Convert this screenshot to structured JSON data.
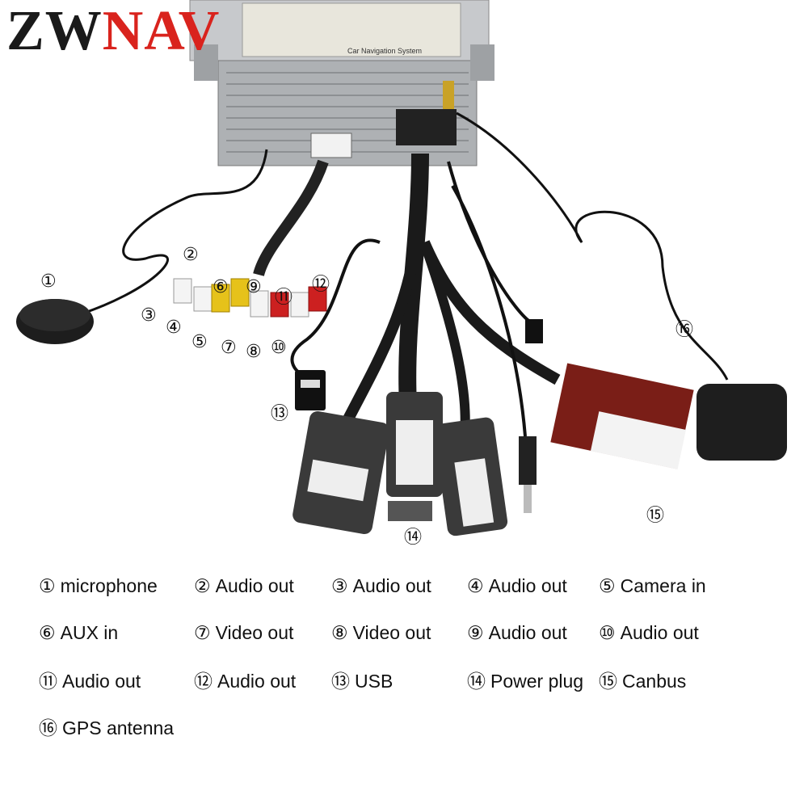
{
  "logo": {
    "part1": "ZW",
    "part2": "NAV"
  },
  "photo": {
    "label_rows": [
      [
        "Car Navigation System"
      ]
    ],
    "callouts": [
      "①",
      "②",
      "③",
      "④",
      "⑤",
      "⑥",
      "⑦",
      "⑧",
      "⑨",
      "⑩",
      "⑪",
      "⑫",
      "⑬",
      "⑭",
      "⑮",
      "⑯"
    ]
  },
  "legend": {
    "rows": [
      [
        {
          "num": "①",
          "label": "microphone"
        },
        {
          "num": "②",
          "label": "Audio out"
        },
        {
          "num": "③",
          "label": "Audio out"
        },
        {
          "num": "④",
          "label": "Audio out"
        },
        {
          "num": "⑤",
          "label": "Camera in"
        }
      ],
      [
        {
          "num": "⑥",
          "label": "AUX in"
        },
        {
          "num": "⑦",
          "label": "Video out"
        },
        {
          "num": "⑧",
          "label": "Video out"
        },
        {
          "num": "⑨",
          "label": "Audio out"
        },
        {
          "num": "⑩",
          "label": "Audio out"
        }
      ],
      [
        {
          "num": "⑪",
          "label": "Audio out"
        },
        {
          "num": "⑫",
          "label": "Audio out"
        },
        {
          "num": "⑬",
          "label": "USB"
        },
        {
          "num": "⑭",
          "label": "Power plug"
        },
        {
          "num": "⑮",
          "label": "Canbus"
        }
      ],
      [
        {
          "num": "⑯",
          "label": "GPS antenna"
        }
      ]
    ]
  },
  "colors": {
    "brand_dark": "#1a1a1a",
    "brand_red": "#d9231d",
    "unit_silver": "#b9bcbf",
    "canbus_box": "#7a1e17"
  }
}
